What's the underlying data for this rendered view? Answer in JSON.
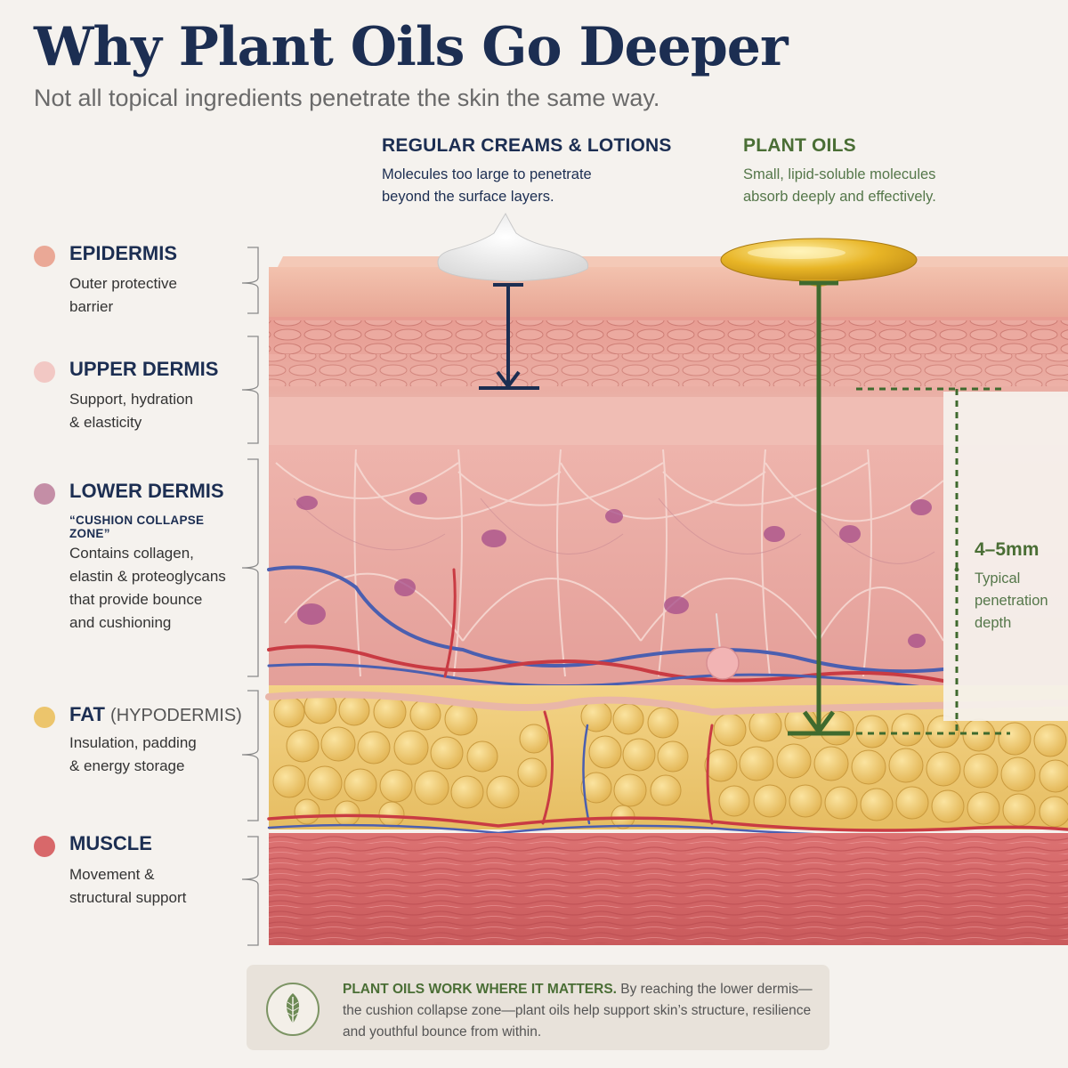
{
  "title": "Why Plant Oils Go Deeper",
  "subtitle": "Not all topical ingredients penetrate the skin the same way.",
  "columns": {
    "regular": {
      "heading": "REGULAR CREAMS & LOTIONS",
      "line1": "Molecules too large to penetrate",
      "line2": "beyond the surface layers."
    },
    "plant": {
      "heading": "PLANT OILS",
      "line1": "Small, lipid-soluble molecules",
      "line2": "absorb deeply and effectively."
    }
  },
  "layers": [
    {
      "name": "EPIDERMIS",
      "color": "#eaa896",
      "desc1": "Outer protective",
      "desc2": "barrier"
    },
    {
      "name": "UPPER DERMIS",
      "color": "#f2c8c4",
      "desc1": "Support, hydration",
      "desc2": "& elasticity"
    },
    {
      "name": "LOWER DERMIS",
      "color": "#c48ea6",
      "tag": "“CUSHION COLLAPSE ZONE”",
      "desc1": "Contains collagen,",
      "desc2": "elastin & proteoglycans",
      "desc3": "that provide bounce",
      "desc4": "and cushioning"
    },
    {
      "name": "FAT",
      "name_extra": "(HYPODERMIS)",
      "color": "#ecc56c",
      "desc1": "Insulation, padding",
      "desc2": "& energy storage"
    },
    {
      "name": "MUSCLE",
      "color": "#d8686a",
      "desc1": "Movement &",
      "desc2": "structural support"
    }
  ],
  "depth": {
    "value": "4–5mm",
    "line1": "Typical",
    "line2": "penetration",
    "line3": "depth"
  },
  "callout": {
    "lead": "PLANT OILS WORK WHERE IT MATTERS.",
    "body": " By reaching the lower dermis—the cushion collapse zone—plant oils help support skin’s structure, resilience and youthful bounce from within."
  },
  "colors": {
    "navy": "#1c2e52",
    "green": "#4a6e35",
    "background": "#f5f2ee"
  },
  "icons": {
    "callout_icon": "leaf-icon"
  }
}
